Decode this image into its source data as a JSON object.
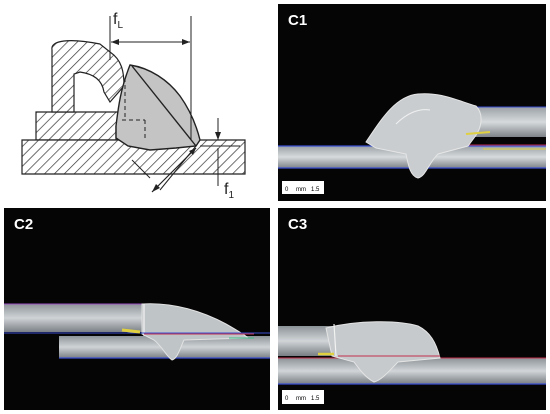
{
  "schematic": {
    "label_fl": "f",
    "label_fl_sub": "L",
    "label_f1": "f",
    "label_f1_sub": "1"
  },
  "panels": [
    {
      "id": "c1",
      "label": "C1",
      "scale": {
        "start": "0",
        "unit": "mm",
        "end": "1.5"
      }
    },
    {
      "id": "c2",
      "label": "C2"
    },
    {
      "id": "c3",
      "label": "C3",
      "scale": {
        "start": "0",
        "unit": "mm",
        "end": "1.5"
      }
    }
  ],
  "colors": {
    "panel_bg": "#050505",
    "hatch": "#333333",
    "weld_fill": "#c4c4c4",
    "sheet_edge": "#3a4fd0",
    "interface": "#c0304a",
    "highlight": "#e0d040"
  }
}
